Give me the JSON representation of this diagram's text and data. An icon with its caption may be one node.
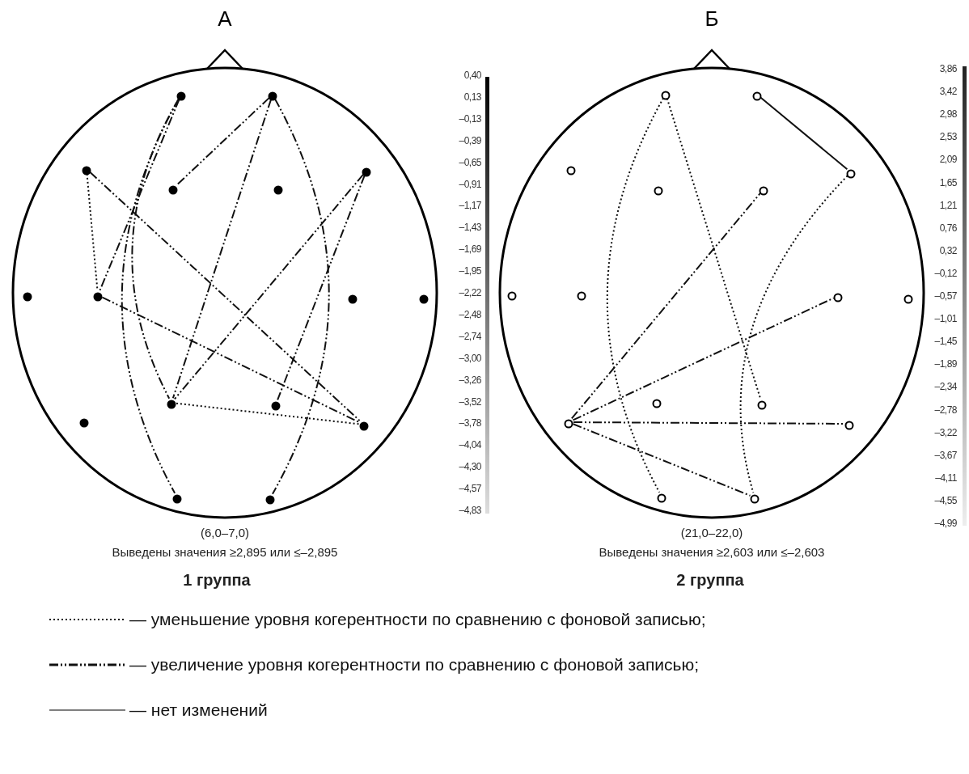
{
  "diagram": {
    "nodes": [
      {
        "text": [
          "А"
        ],
        "beside": [
          "(6,0–7,0)",
          "Выведены значения ≥2,895 или ≤–2,895",
          "1 группа"
        ]
      },
      {
        "text": [],
        "shape": "circle",
        "in": 0
      },
      {
        "text": [],
        "shape": "circle",
        "in": 0
      },
      {
        "text": [],
        "shape": "circle",
        "in": 0
      },
      {
        "text": [],
        "shape": "circle",
        "in": 0
      },
      {
        "text": [],
        "shape": "circle",
        "in": 0
      },
      {
        "text": [],
        "shape": "circle",
        "in": 0
      },
      {
        "text": [],
        "shape": "circle",
        "in": 0
      },
      {
        "text": [],
        "shape": "circle",
        "in": 0
      },
      {
        "text": [],
        "shape": "circle",
        "in": 0
      },
      {
        "text": [],
        "shape": "circle",
        "in": 0
      },
      {
        "text": [],
        "shape": "circle",
        "in": 0
      },
      {
        "text": [],
        "shape": "circle",
        "in": 0
      },
      {
        "text": [],
        "shape": "circle",
        "in": 0
      },
      {
        "text": [],
        "shape": "circle",
        "in": 0
      },
      {
        "text": [],
        "shape": "circle",
        "in": 0
      },
      {
        "text": [],
        "shape": "circle",
        "in": 0
      },
      {
        "text": [
          "Б"
        ],
        "beside": [
          "(21,0–22,0)",
          "Выведены значения ≥2,603 или ≤–2,603",
          "2 группа"
        ]
      },
      {
        "text": [],
        "shape": "circle",
        "in": 17
      },
      {
        "text": [],
        "shape": "circle",
        "in": 17
      },
      {
        "text": [],
        "shape": "circle",
        "in": 17
      },
      {
        "text": [],
        "shape": "circle",
        "in": 17
      },
      {
        "text": [],
        "shape": "circle",
        "in": 17
      },
      {
        "text": [],
        "shape": "circle",
        "in": 17
      },
      {
        "text": [],
        "shape": "circle",
        "in": 17
      },
      {
        "text": [],
        "shape": "circle",
        "in": 17
      },
      {
        "text": [],
        "shape": "circle",
        "in": 17
      },
      {
        "text": [],
        "shape": "circle",
        "in": 17
      },
      {
        "text": [],
        "shape": "circle",
        "in": 17
      },
      {
        "text": [],
        "shape": "circle",
        "in": 17
      },
      {
        "text": [],
        "shape": "circle",
        "in": 17
      },
      {
        "text": [],
        "shape": "circle",
        "in": 17
      },
      {
        "text": [],
        "shape": "circle",
        "in": 17
      },
      {
        "text": [],
        "shape": "circle",
        "in": 17
      }
    ],
    "edges": [
      {
        "from": 1,
        "to": 8,
        "arrow": "none",
        "style": "dashed"
      },
      {
        "from": 1,
        "to": 11,
        "arrow": "none",
        "style": "dashed"
      },
      {
        "from": 1,
        "to": 15,
        "arrow": "none",
        "style": "dashed"
      },
      {
        "from": 2,
        "to": 4,
        "arrow": "none",
        "style": "dashed"
      },
      {
        "from": 2,
        "to": 11,
        "arrow": "none",
        "style": "dashed"
      },
      {
        "from": 2,
        "to": 16,
        "arrow": "none",
        "style": "dashed"
      },
      {
        "from": 3,
        "to": 8,
        "arrow": "none",
        "style": "dashed"
      },
      {
        "from": 3,
        "to": 14,
        "arrow": "none",
        "style": "dashed"
      },
      {
        "from": 6,
        "to": 11,
        "arrow": "none",
        "style": "dashed"
      },
      {
        "from": 6,
        "to": 12,
        "arrow": "none",
        "style": "dashed"
      },
      {
        "from": 8,
        "to": 14,
        "arrow": "none",
        "style": "dashed"
      },
      {
        "from": 11,
        "to": 14,
        "arrow": "none",
        "style": "dashed"
      },
      {
        "from": 18,
        "to": 32,
        "arrow": "none",
        "style": "dashed"
      },
      {
        "from": 18,
        "to": 29,
        "arrow": "none",
        "style": "dashed"
      },
      {
        "from": 19,
        "to": 23,
        "arrow": "none"
      },
      {
        "from": 23,
        "to": 33,
        "arrow": "none",
        "style": "dashed"
      },
      {
        "from": 30,
        "to": 22,
        "arrow": "none",
        "style": "dashed"
      },
      {
        "from": 30,
        "to": 26,
        "arrow": "none",
        "style": "dashed"
      },
      {
        "from": 30,
        "to": 31,
        "arrow": "none",
        "style": "dashed"
      },
      {
        "from": 30,
        "to": 33,
        "arrow": "none",
        "style": "dashed"
      }
    ],
    "labels": [
      "0,40",
      "0,13",
      "–0,13",
      "–0,39",
      "–0,65",
      "–0,91",
      "–1,17",
      "–1,43",
      "–1,69",
      "–1,95",
      "–2,22",
      "–2,48",
      "–2,74",
      "–3,00",
      "–3,26",
      "–3,52",
      "–3,78",
      "–4,04",
      "–4,30",
      "–4,57",
      "–4,83",
      "3,86",
      "3,42",
      "2,98",
      "2,53",
      "2,09",
      "1,65",
      "1,21",
      "0,76",
      "0,32",
      "–0,12",
      "–0,57",
      "–1,01",
      "–1,45",
      "–1,89",
      "–2,34",
      "–2,78",
      "–3,22",
      "–3,67",
      "–4,11",
      "–4,55",
      "–4,99"
    ],
    "legend": [
      {
        "text": "— уменьшение уровня когерентности по сравнению с фоновой записью;"
      },
      {
        "text": "— увеличение уровня когерентности по сравнению с фоновой записью;"
      },
      {
        "text": "— нет изменений"
      }
    ]
  }
}
